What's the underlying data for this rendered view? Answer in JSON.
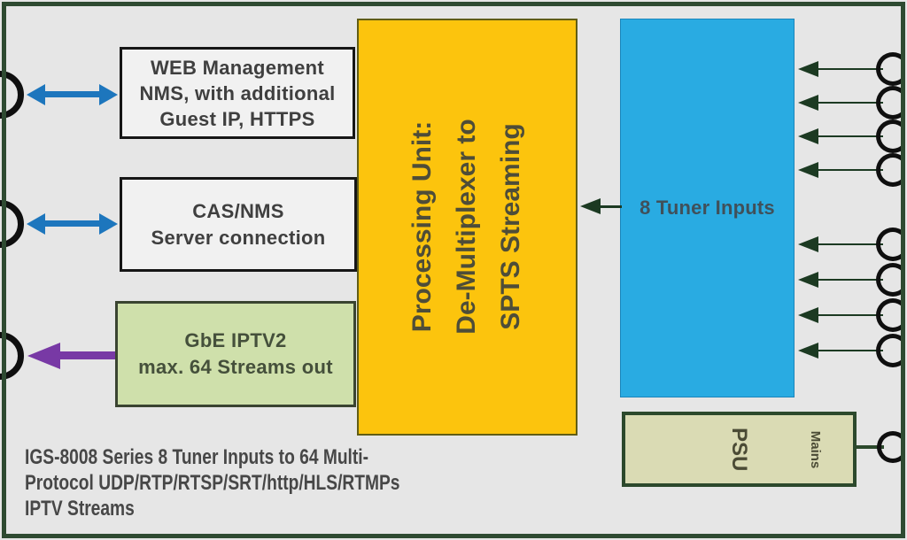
{
  "caption": {
    "lines": [
      "IGS-8008 Series 8 Tuner Inputs to 64 Multi-",
      "Protocol UDP/RTP/RTSP/SRT/http/HLS/RTMPs",
      "IPTV Streams"
    ]
  },
  "boxes": {
    "web_management": {
      "lines": [
        "WEB Management",
        "NMS, with additional",
        "Guest IP, HTTPS"
      ]
    },
    "cas_nms": {
      "lines": [
        "CAS/NMS",
        "Server connection"
      ]
    },
    "gbe_iptv2": {
      "lines": [
        "GbE IPTV2",
        "max. 64 Streams out"
      ]
    },
    "processing_unit": {
      "lines": [
        "Processing Unit:",
        "De-Multiplexer to",
        "SPTS Streaming"
      ]
    },
    "tuner_inputs": {
      "label": "8 Tuner Inputs"
    },
    "psu": {
      "label": "PSU",
      "port_label": "Mains"
    }
  },
  "connectors": {
    "left_rf_count": 3,
    "tuner_input_count": 8,
    "mains_count": 1
  },
  "colors": {
    "background": "#e6e6e6",
    "frame_border": "#2e4a31",
    "processing_fill": "#fcc40d",
    "tuner_fill": "#29abe2",
    "gbe_fill": "#cfe0ab",
    "psu_fill": "#dadbb4",
    "management_fill": "#f1f1f1",
    "arrow_dark_green": "#1c3a22",
    "arrow_blue": "#1d76bd",
    "arrow_purple": "#7839a5",
    "text": "#444444"
  }
}
